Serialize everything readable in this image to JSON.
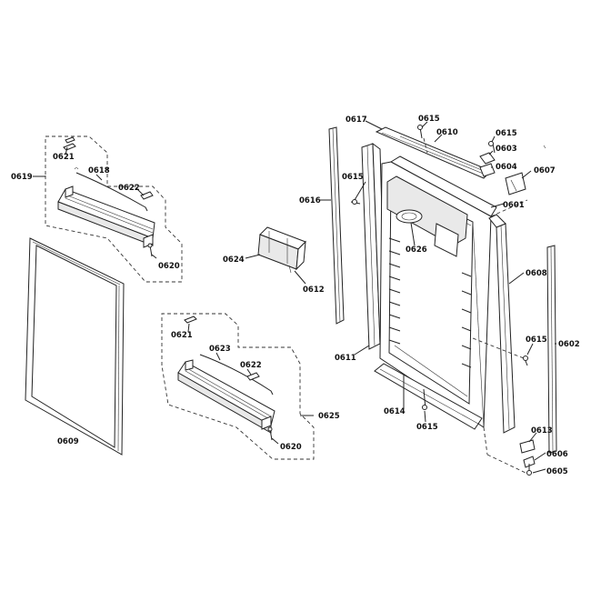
{
  "diagram": {
    "labels": {
      "p0617": "0617",
      "p0615_top": "0615",
      "p0610": "0610",
      "p0615_tr": "0615",
      "p0603": "0603",
      "p0604": "0604",
      "p0607": "0607",
      "p0601": "0601",
      "p0615_left": "0615",
      "p0616": "0616",
      "p0626": "0626",
      "p0608": "0608",
      "p0624": "0624",
      "p0612": "0612",
      "p0611": "0611",
      "p0615_mid": "0615",
      "p0602": "0602",
      "p0614": "0614",
      "p0615_bot": "0615",
      "p0613": "0613",
      "p0606": "0606",
      "p0605": "0605",
      "p0619": "0619",
      "p0621_top": "0621",
      "p0618": "0618",
      "p0622_top": "0622",
      "p0620_top": "0620",
      "p0609": "0609",
      "p0621_bot": "0621",
      "p0623": "0623",
      "p0622_bot": "0622",
      "p0625": "0625",
      "p0620_bot": "0620"
    }
  }
}
